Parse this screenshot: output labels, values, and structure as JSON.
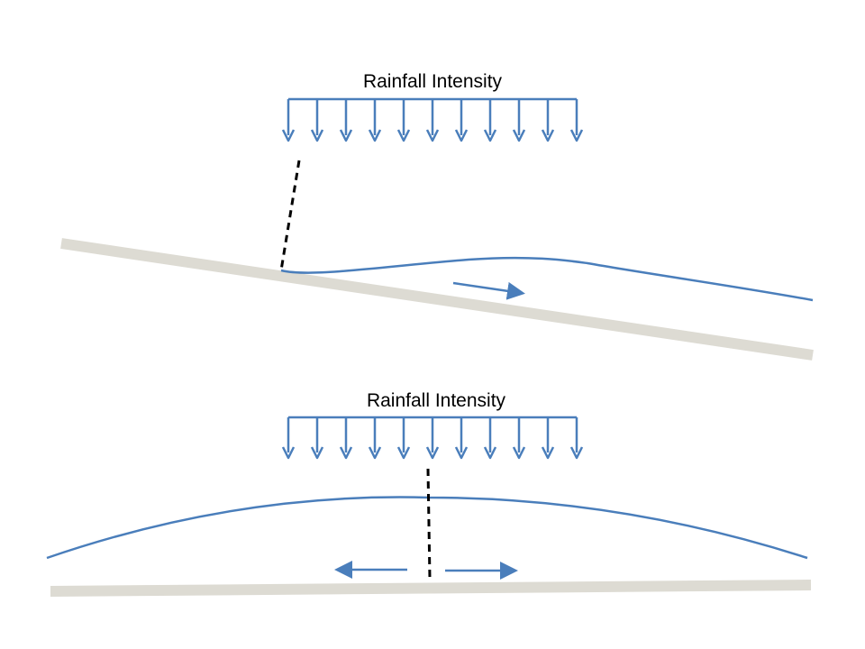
{
  "panels": [
    {
      "id": "sloped",
      "rainfall_label": "Rainfall Intensity",
      "arrow_count": 11
    },
    {
      "id": "flat",
      "rainfall_label": "Rainfall Intensity",
      "arrow_count": 11
    }
  ],
  "colors": {
    "water": "#4a7ebb",
    "ground": "#dddbd3",
    "divide": "#000000",
    "text": "#000000"
  }
}
